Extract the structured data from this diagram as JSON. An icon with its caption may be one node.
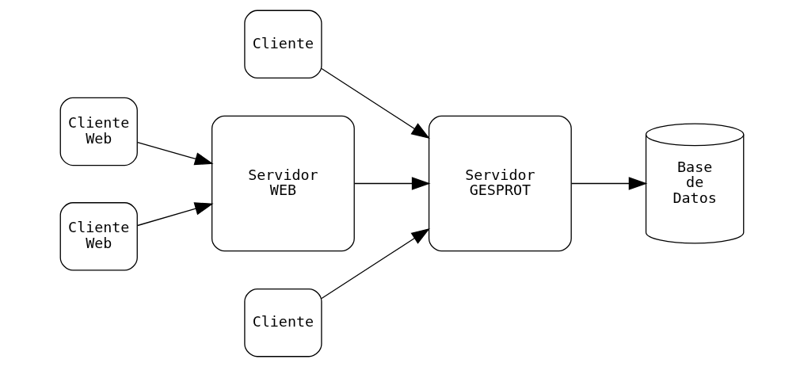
{
  "diagram": {
    "nodes": [
      {
        "text": [
          "Cliente"
        ]
      },
      {
        "text": [
          "Cliente Web"
        ]
      },
      {
        "text": [
          "Servidor WEB"
        ]
      },
      {
        "text": [
          "Servidor GESPROT"
        ]
      },
      {
        "text": [
          "Base de Datos"
        ]
      },
      {
        "text": [
          "Cliente Web"
        ]
      },
      {
        "text": [
          "Cliente"
        ]
      }
    ],
    "edges": [
      {
        "from": 1,
        "to": 2,
        "arrow": "to"
      },
      {
        "from": 5,
        "to": 2,
        "arrow": "to"
      },
      {
        "from": 2,
        "to": 3,
        "arrow": "to"
      },
      {
        "from": 0,
        "to": 3,
        "arrow": "to"
      },
      {
        "from": 6,
        "to": 3,
        "arrow": "to"
      },
      {
        "from": 3,
        "to": 4,
        "arrow": "to"
      }
    ]
  }
}
